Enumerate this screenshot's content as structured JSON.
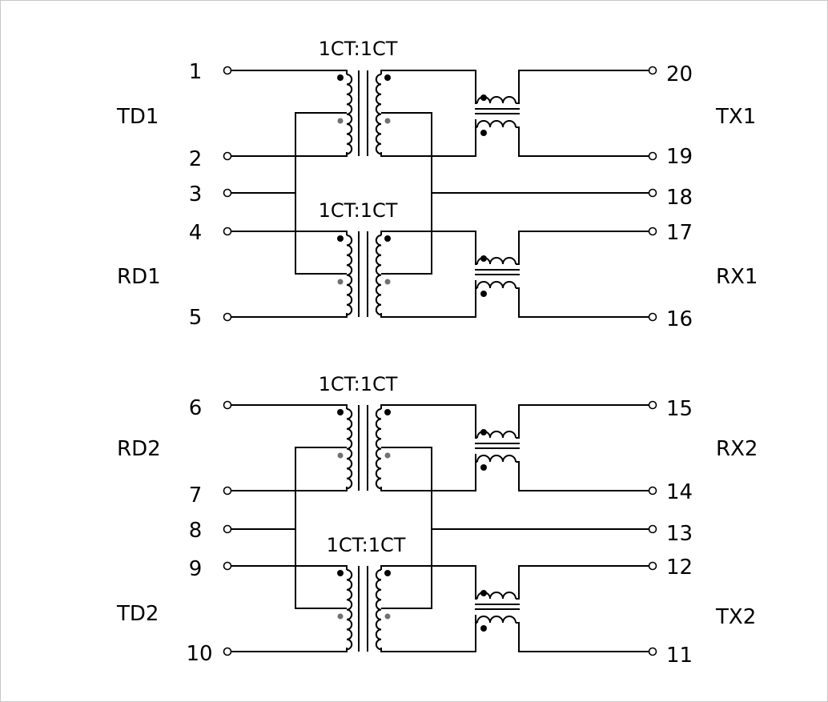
{
  "diagram": {
    "ratios": [
      "1CT:1CT",
      "1CT:1CT",
      "1CT:1CT",
      "1CT:1CT"
    ],
    "pins_left": [
      "1",
      "2",
      "3",
      "4",
      "5",
      "6",
      "7",
      "8",
      "9",
      "10"
    ],
    "pins_right": [
      "20",
      "19",
      "18",
      "17",
      "16",
      "15",
      "14",
      "13",
      "12",
      "11"
    ],
    "signals_left": [
      "TD1",
      "RD1",
      "RD2",
      "TD2"
    ],
    "signals_right": [
      "TX1",
      "RX1",
      "RX2",
      "TX2"
    ]
  }
}
